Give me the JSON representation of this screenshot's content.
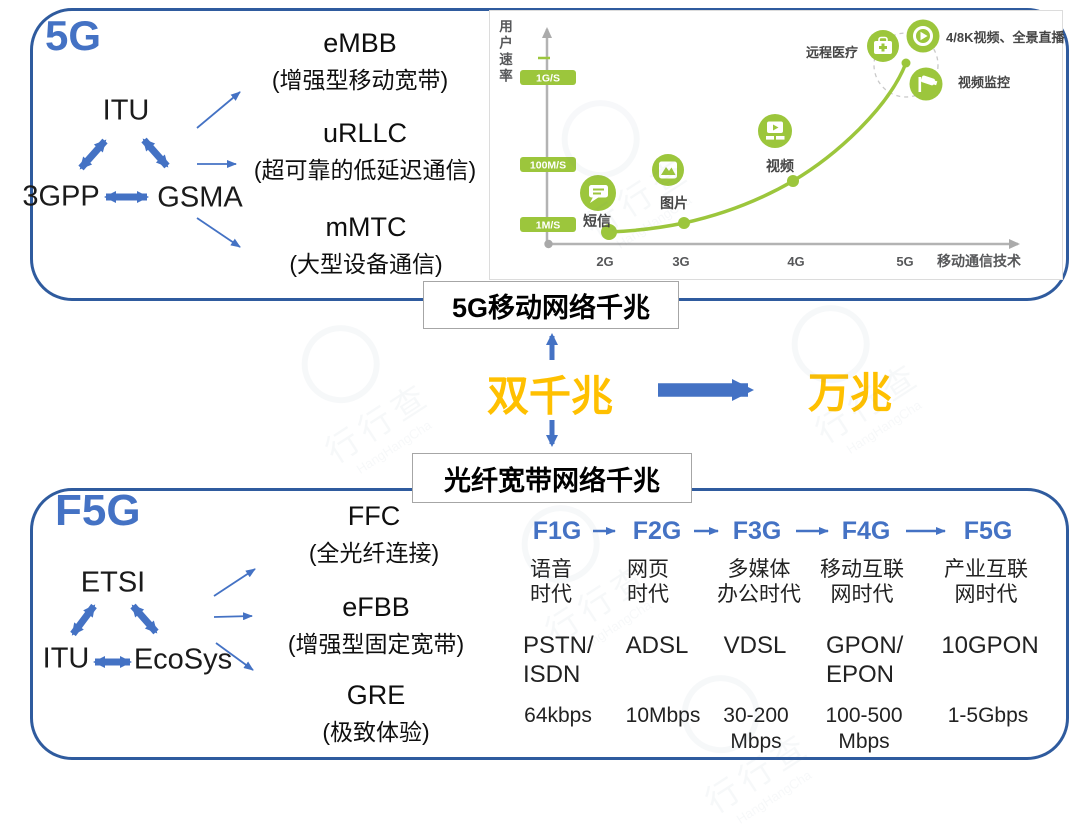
{
  "colors": {
    "accent_blue": "#4472C4",
    "border_blue": "#2F5B9E",
    "orange": "#FFC000",
    "green": "#9CC63C"
  },
  "watermark": {
    "brand": "行行查",
    "latin": "HangHangCha"
  },
  "top_section": {
    "label": "5G",
    "orgs": {
      "top": "ITU",
      "left": "3GPP",
      "right": "GSMA"
    },
    "services": [
      {
        "abbr": "eMBB",
        "desc": "(增强型移动宽带)"
      },
      {
        "abbr": "uRLLC",
        "desc": "(超可靠的低延迟通信)"
      },
      {
        "abbr": "mMTC",
        "desc": "(大型设备通信)"
      }
    ]
  },
  "chart": {
    "ylabel": "用户速率",
    "xlabel": "移动通信技术",
    "yticks": [
      "1G/S",
      "100M/S",
      "1M/S"
    ],
    "xticks": [
      "2G",
      "3G",
      "4G",
      "5G"
    ],
    "labels": {
      "sms": "短信",
      "picture": "图片",
      "video": "视频",
      "telemedicine": "远程医疗",
      "uhd": "4/8K视频、全景直播",
      "cctv": "视频监控"
    }
  },
  "chart_data": {
    "type": "line",
    "title": "",
    "xlabel": "移动通信技术",
    "ylabel": "用户速率",
    "x": [
      "2G",
      "3G",
      "4G",
      "5G"
    ],
    "y_axis_ticks": [
      "1M/S",
      "100M/S",
      "1G/S"
    ],
    "y_scale": "logarithmic-style user rate axis",
    "grid": false,
    "legend": false,
    "points": [
      {
        "x": "2G",
        "user_rate": "<1M/S",
        "application": "短信"
      },
      {
        "x": "3G",
        "user_rate": "~2M/S",
        "application": "图片"
      },
      {
        "x": "4G",
        "user_rate": "~100M/S",
        "application": "视频"
      },
      {
        "x": "5G",
        "user_rate": ">1G/S",
        "applications": [
          "远程医疗",
          "4/8K视频、全景直播",
          "视频监控"
        ]
      }
    ]
  },
  "middle_section": {
    "mobile_box": "5G移动网络千兆",
    "fiber_box": "光纤宽带网络千兆",
    "dual_gigabit": "双千兆",
    "ten_gigabit": "万兆"
  },
  "bottom_section": {
    "label": "F5G",
    "orgs": {
      "top": "ETSI",
      "left": "ITU",
      "right": "EcoSys"
    },
    "services": [
      {
        "abbr": "FFC",
        "desc": "(全光纤连接)"
      },
      {
        "abbr": "eFBB",
        "desc": "(增强型固定宽带)"
      },
      {
        "abbr": "GRE",
        "desc": "(极致体验)"
      }
    ],
    "generations": {
      "headers": [
        "F1G",
        "F2G",
        "F3G",
        "F4G",
        "F5G"
      ],
      "eras": [
        [
          "语音",
          "时代"
        ],
        [
          "网页",
          "时代"
        ],
        [
          "多媒体",
          "办公时代"
        ],
        [
          "移动互联",
          "网时代"
        ],
        [
          "产业互联",
          "网时代"
        ]
      ],
      "techs": [
        [
          "PSTN/",
          "ISDN"
        ],
        [
          "ADSL"
        ],
        [
          "VDSL"
        ],
        [
          "GPON/",
          "EPON"
        ],
        [
          "10GPON"
        ]
      ],
      "speeds": [
        [
          "64kbps"
        ],
        [
          "10Mbps"
        ],
        [
          "30-200",
          "Mbps"
        ],
        [
          "100-500",
          "Mbps"
        ],
        [
          "1-5Gbps"
        ]
      ]
    }
  }
}
